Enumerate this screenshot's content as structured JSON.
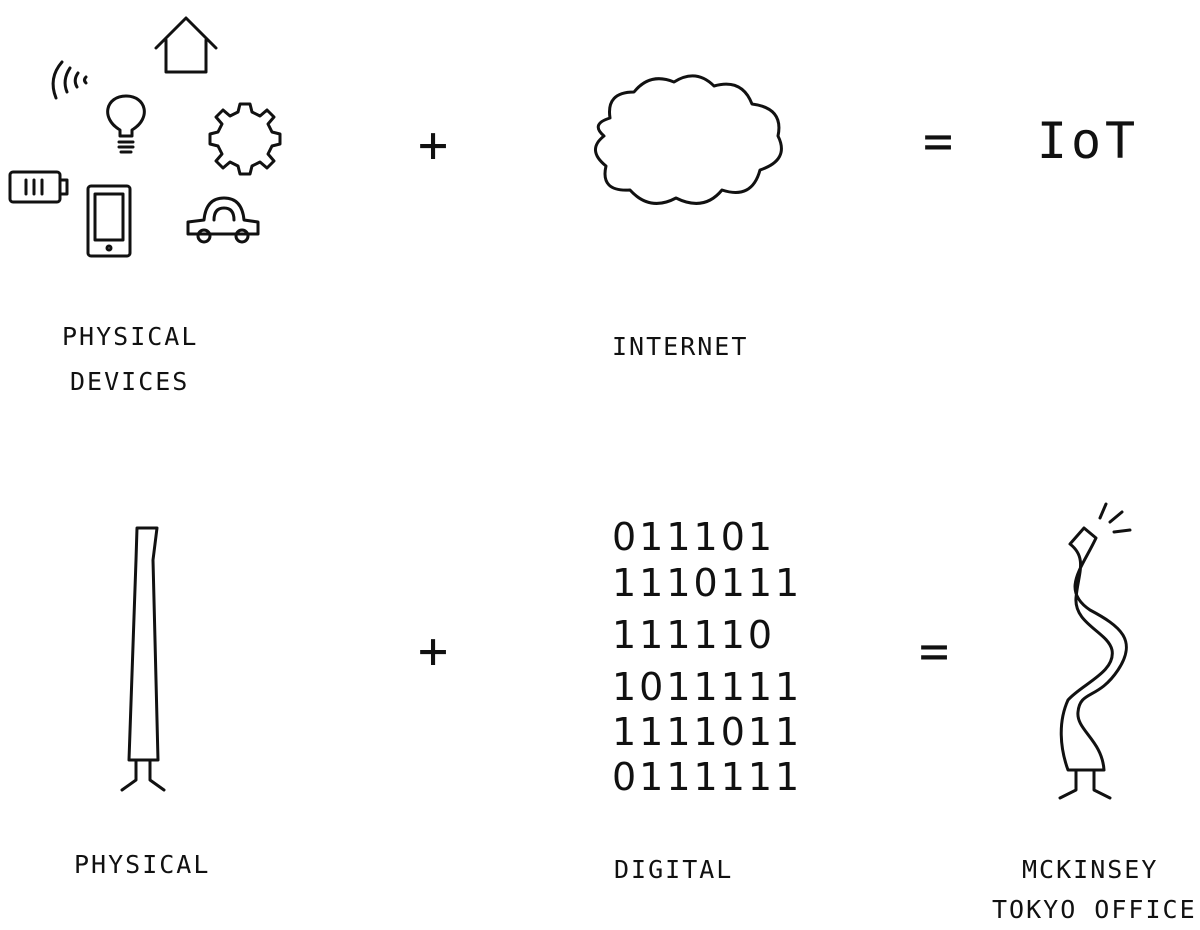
{
  "equations": [
    {
      "left_label_lines": [
        "PHYSICAL",
        "DEVICES"
      ],
      "plus": "+",
      "middle_label": "INTERNET",
      "equals": "=",
      "result": "IoT"
    },
    {
      "left_label": "PHYSICAL",
      "plus": "+",
      "middle_label": "DIGITAL",
      "equals": "=",
      "result_label_lines": [
        "MCKINSEY",
        "TOKYO OFFICE"
      ]
    }
  ],
  "binary_rows": [
    "011101",
    "1110111",
    "111110",
    "1011111",
    "1111011",
    "0111111"
  ],
  "icons": {
    "devices": [
      "wifi-signal-icon",
      "house-icon",
      "lightbulb-icon",
      "gear-icon",
      "battery-icon",
      "smartphone-icon",
      "car-icon"
    ],
    "internet": "cloud-icon",
    "physical": "tall-tower-figure-icon",
    "result": "wavy-tower-figure-icon"
  },
  "colors": {
    "ink": "#111111",
    "background": "#ffffff"
  }
}
